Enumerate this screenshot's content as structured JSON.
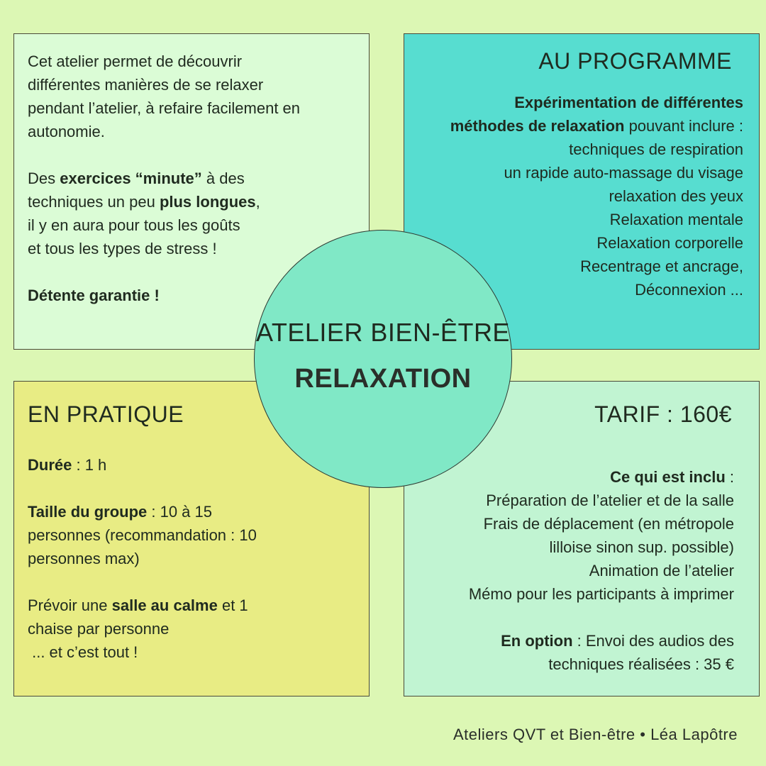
{
  "intro": {
    "p1": "Cet atelier permet de découvrir différentes manières de se relaxer pendant l’atelier, à refaire facilement en autonomie.",
    "p1_lines": [
      "Cet atelier permet de découvrir",
      "différentes manières de se relaxer",
      "pendant l’atelier, à refaire facilement en",
      "autonomie."
    ],
    "p2_a": "Des ",
    "p2_b": "exercices “minute”",
    "p2_c": " à des",
    "p2_d": "techniques un peu ",
    "p2_e": "plus longues",
    "p2_f": ",",
    "p2_g": "il y en aura pour tous les goûts",
    "p2_h": "et tous les types de stress !",
    "p3": "Détente garantie !"
  },
  "programme": {
    "title": "AU PROGRAMME",
    "lead_bold_1": "Expérimentation de différentes",
    "lead_bold_2": "méthodes de relaxation",
    "lead_rest": " pouvant inclure :",
    "items": [
      "techniques de respiration",
      "un rapide auto-massage du visage",
      "relaxation des yeux",
      "Relaxation mentale",
      "Relaxation corporelle",
      "Recentrage et ancrage,",
      "Déconnexion ..."
    ]
  },
  "center": {
    "line1": "ATELIER BIEN-ÊTRE",
    "line2": "RELAXATION"
  },
  "pratique": {
    "title": "EN PRATIQUE",
    "duree_label": "Durée",
    "duree_value": " : 1 h",
    "taille_label": "Taille du groupe",
    "taille_value_1": " : 10 à 15",
    "taille_value_2": "personnes (recommandation : 10",
    "taille_value_3": "personnes max)",
    "prevoir_a": "Prévoir une ",
    "prevoir_b": "salle au calme",
    "prevoir_c": " et 1",
    "prevoir_d": "chaise par personne",
    "prevoir_e": " ... et c’est tout !"
  },
  "tarif": {
    "title": "TARIF : 160€",
    "inclu_label": "Ce qui est inclu",
    "inclu_colon": " :",
    "items": [
      "Préparation de l’atelier et de la salle",
      "Frais de déplacement (en métropole",
      "lilloise sinon sup. possible)",
      "Animation de l’atelier",
      "Mémo pour les participants à imprimer"
    ],
    "option_label": "En option",
    "option_value_1": " : Envoi des audios des",
    "option_value_2": "techniques réalisées : 35 €"
  },
  "footer": "Ateliers QVT et Bien-être • Léa Lapôtre"
}
